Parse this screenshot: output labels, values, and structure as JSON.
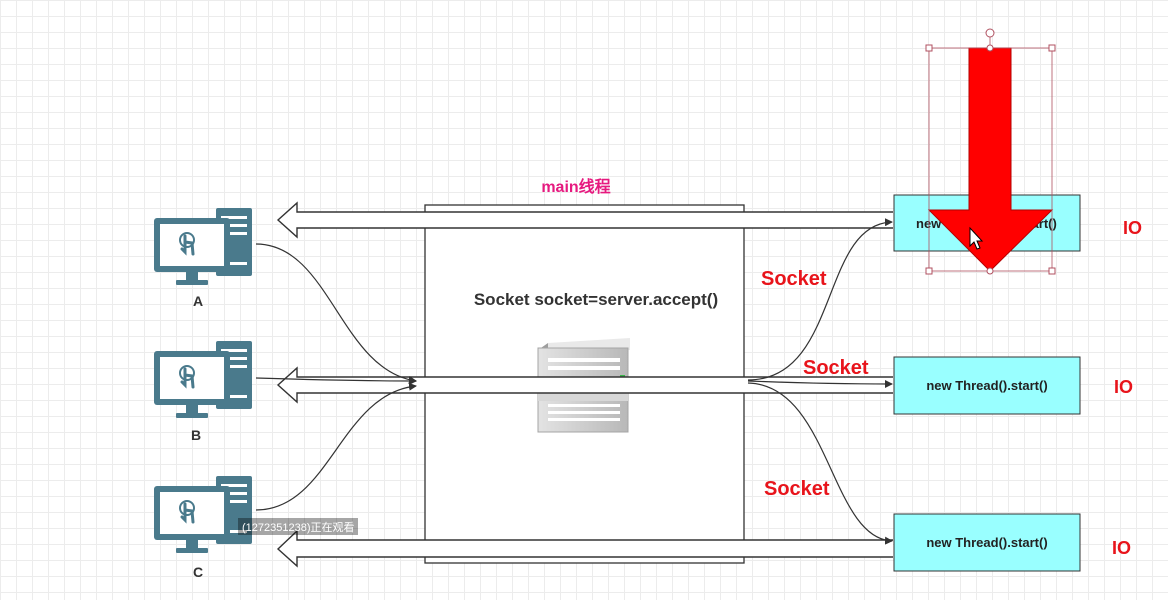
{
  "main_thread": {
    "title": "main线程",
    "accept_code": "Socket socket=server.accept()"
  },
  "clients": [
    {
      "label": "A"
    },
    {
      "label": "B"
    },
    {
      "label": "C"
    }
  ],
  "socket_labels": [
    "Socket",
    "Socket",
    "Socket"
  ],
  "threads": [
    {
      "partial_left": "new",
      "partial_right": "start()",
      "io": "IO"
    },
    {
      "text": "new Thread().start()",
      "io": "IO"
    },
    {
      "text": "new Thread().start()",
      "io": "IO"
    }
  ],
  "watermark": "(1272351238)正在观看",
  "colors": {
    "thread_box_fill": "#99ffff",
    "arrow_red": "#ff0000",
    "socket_red": "#e8141b",
    "main_label_pink": "#e6197f",
    "pc_teal": "#4a7a8c"
  },
  "icons": [
    "computer-icon",
    "server-icon",
    "mouse-cursor-icon",
    "down-arrow-shape"
  ]
}
